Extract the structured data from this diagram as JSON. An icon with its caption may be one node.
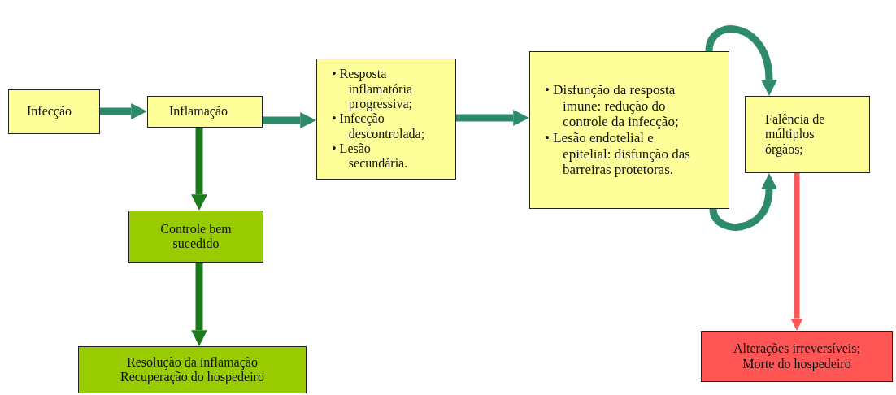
{
  "diagram": {
    "nodes": [
      {
        "text": [
          "Infecção"
        ]
      },
      {
        "text": [
          "Inflamação"
        ]
      },
      {
        "text": [
          "• Resposta inflamatória progressiva;",
          "• Infecção descontrolada;",
          "• Lesão secundária."
        ]
      },
      {
        "text": [
          "• Disfunção da resposta imune: redução do controle da infecção;",
          "• Lesão endotelial e epitelial: disfunção das barreiras protetoras."
        ]
      },
      {
        "text": [
          "Falência de múltiplos órgãos;"
        ]
      },
      {
        "text": [
          "Controle bem sucedido"
        ]
      },
      {
        "text": [
          "Resolução da inflamação",
          "Recuperação do hospedeiro"
        ]
      },
      {
        "text": [
          "Alterações irreversíveis;",
          "Morte do hospedeiro"
        ]
      }
    ],
    "edges": [
      {
        "from": 0,
        "to": 1,
        "arrow": "to"
      },
      {
        "from": 1,
        "to": 2,
        "arrow": "to"
      },
      {
        "from": 2,
        "to": 3,
        "arrow": "to"
      },
      {
        "from": 1,
        "to": 5,
        "arrow": "to",
        "color": "#1e7a1e"
      },
      {
        "from": 5,
        "to": 6,
        "arrow": "to",
        "color": "#1e7a1e"
      },
      {
        "from": 4,
        "to": 7,
        "arrow": "to",
        "color": "#ff5555"
      },
      {
        "from": 3,
        "to": 4,
        "arrow": "to"
      },
      {
        "from": 3,
        "to": 4,
        "arrow": "to"
      }
    ]
  }
}
